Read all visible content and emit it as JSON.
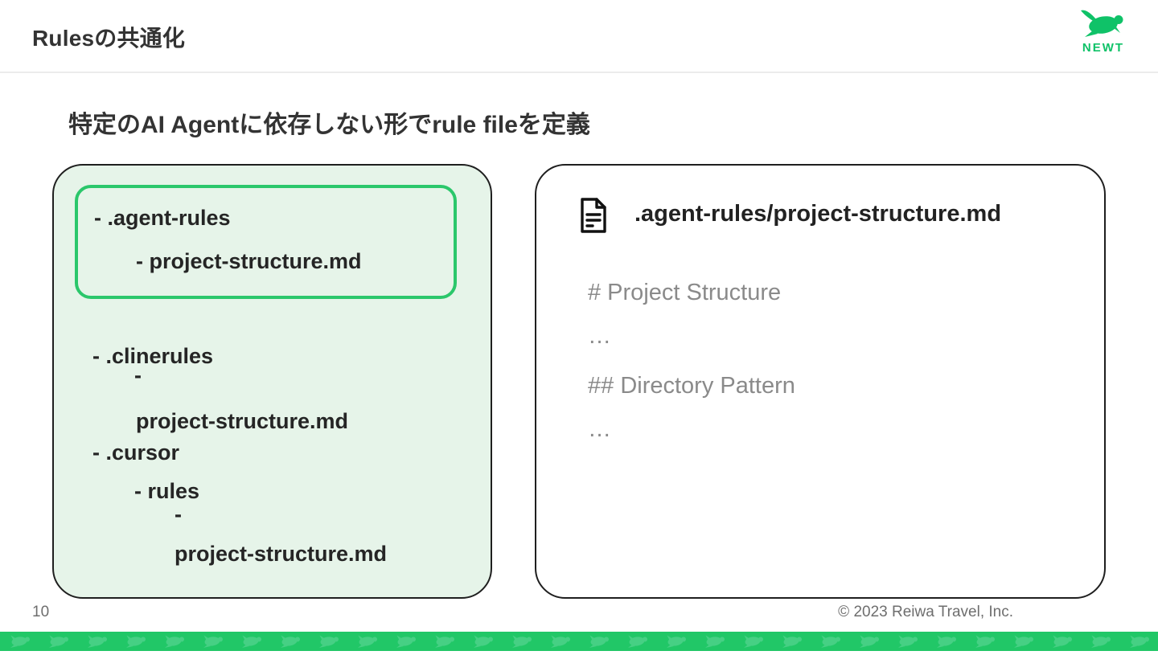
{
  "slide": {
    "title": "Rulesの共通化",
    "subtitle": "特定のAI Agentに依存しない形でrule fileを定義",
    "page_number": "10",
    "copyright": "© 2023 Reiwa Travel, Inc."
  },
  "logo": {
    "name": "NEWT",
    "color": "#0FC268"
  },
  "left_panel": {
    "highlight_lines": [
      "- .agent-rules",
      "- project-structure.md"
    ],
    "tree_lines": [
      "- .clinerules",
      "-",
      "project-structure.md",
      "- .cursor",
      "- rules",
      "-",
      "project-structure.md"
    ]
  },
  "right_panel": {
    "file_icon": "document-icon",
    "file_title": ".agent-rules/project-structure.md",
    "body_lines": [
      "# Project Structure",
      "…",
      "## Directory Pattern",
      "…"
    ]
  },
  "colors": {
    "accent_green": "#0FC268",
    "highlight_border": "#2BC76B",
    "left_panel_bg": "#E6F4E9",
    "panel_border": "#1f1f1f",
    "bottom_bar_bg": "#21C767",
    "bottom_bar_turtle": "#46D084",
    "muted_text": "#8a8a8a"
  }
}
